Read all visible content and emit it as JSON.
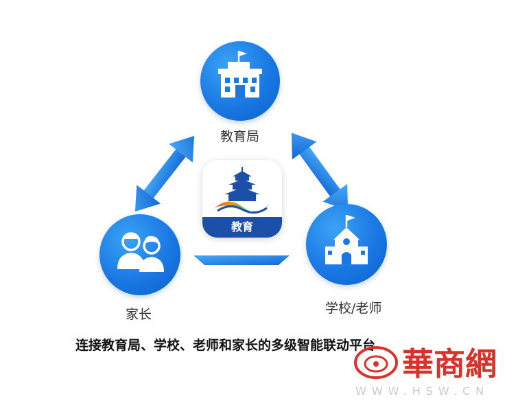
{
  "nodes": {
    "bureau": {
      "label": "教育局",
      "icon": "school-building-icon"
    },
    "parents": {
      "label": "家长",
      "icon": "parents-icon"
    },
    "school": {
      "label": "学校/老师",
      "icon": "schoolhouse-flag-icon"
    }
  },
  "app": {
    "badge": "教育",
    "icon": "education-app-icon"
  },
  "caption": "连接教育局、学校、老师和家长的多级智能联动平台",
  "watermark": {
    "logo_text": "華商網",
    "url": "WWW.HSW.CN"
  },
  "colors": {
    "node_blue": "#1a78e3",
    "arrow_blue": "#1f7fe6",
    "badge_navy": "#1c4fa8",
    "watermark_red": "#d9322b"
  }
}
